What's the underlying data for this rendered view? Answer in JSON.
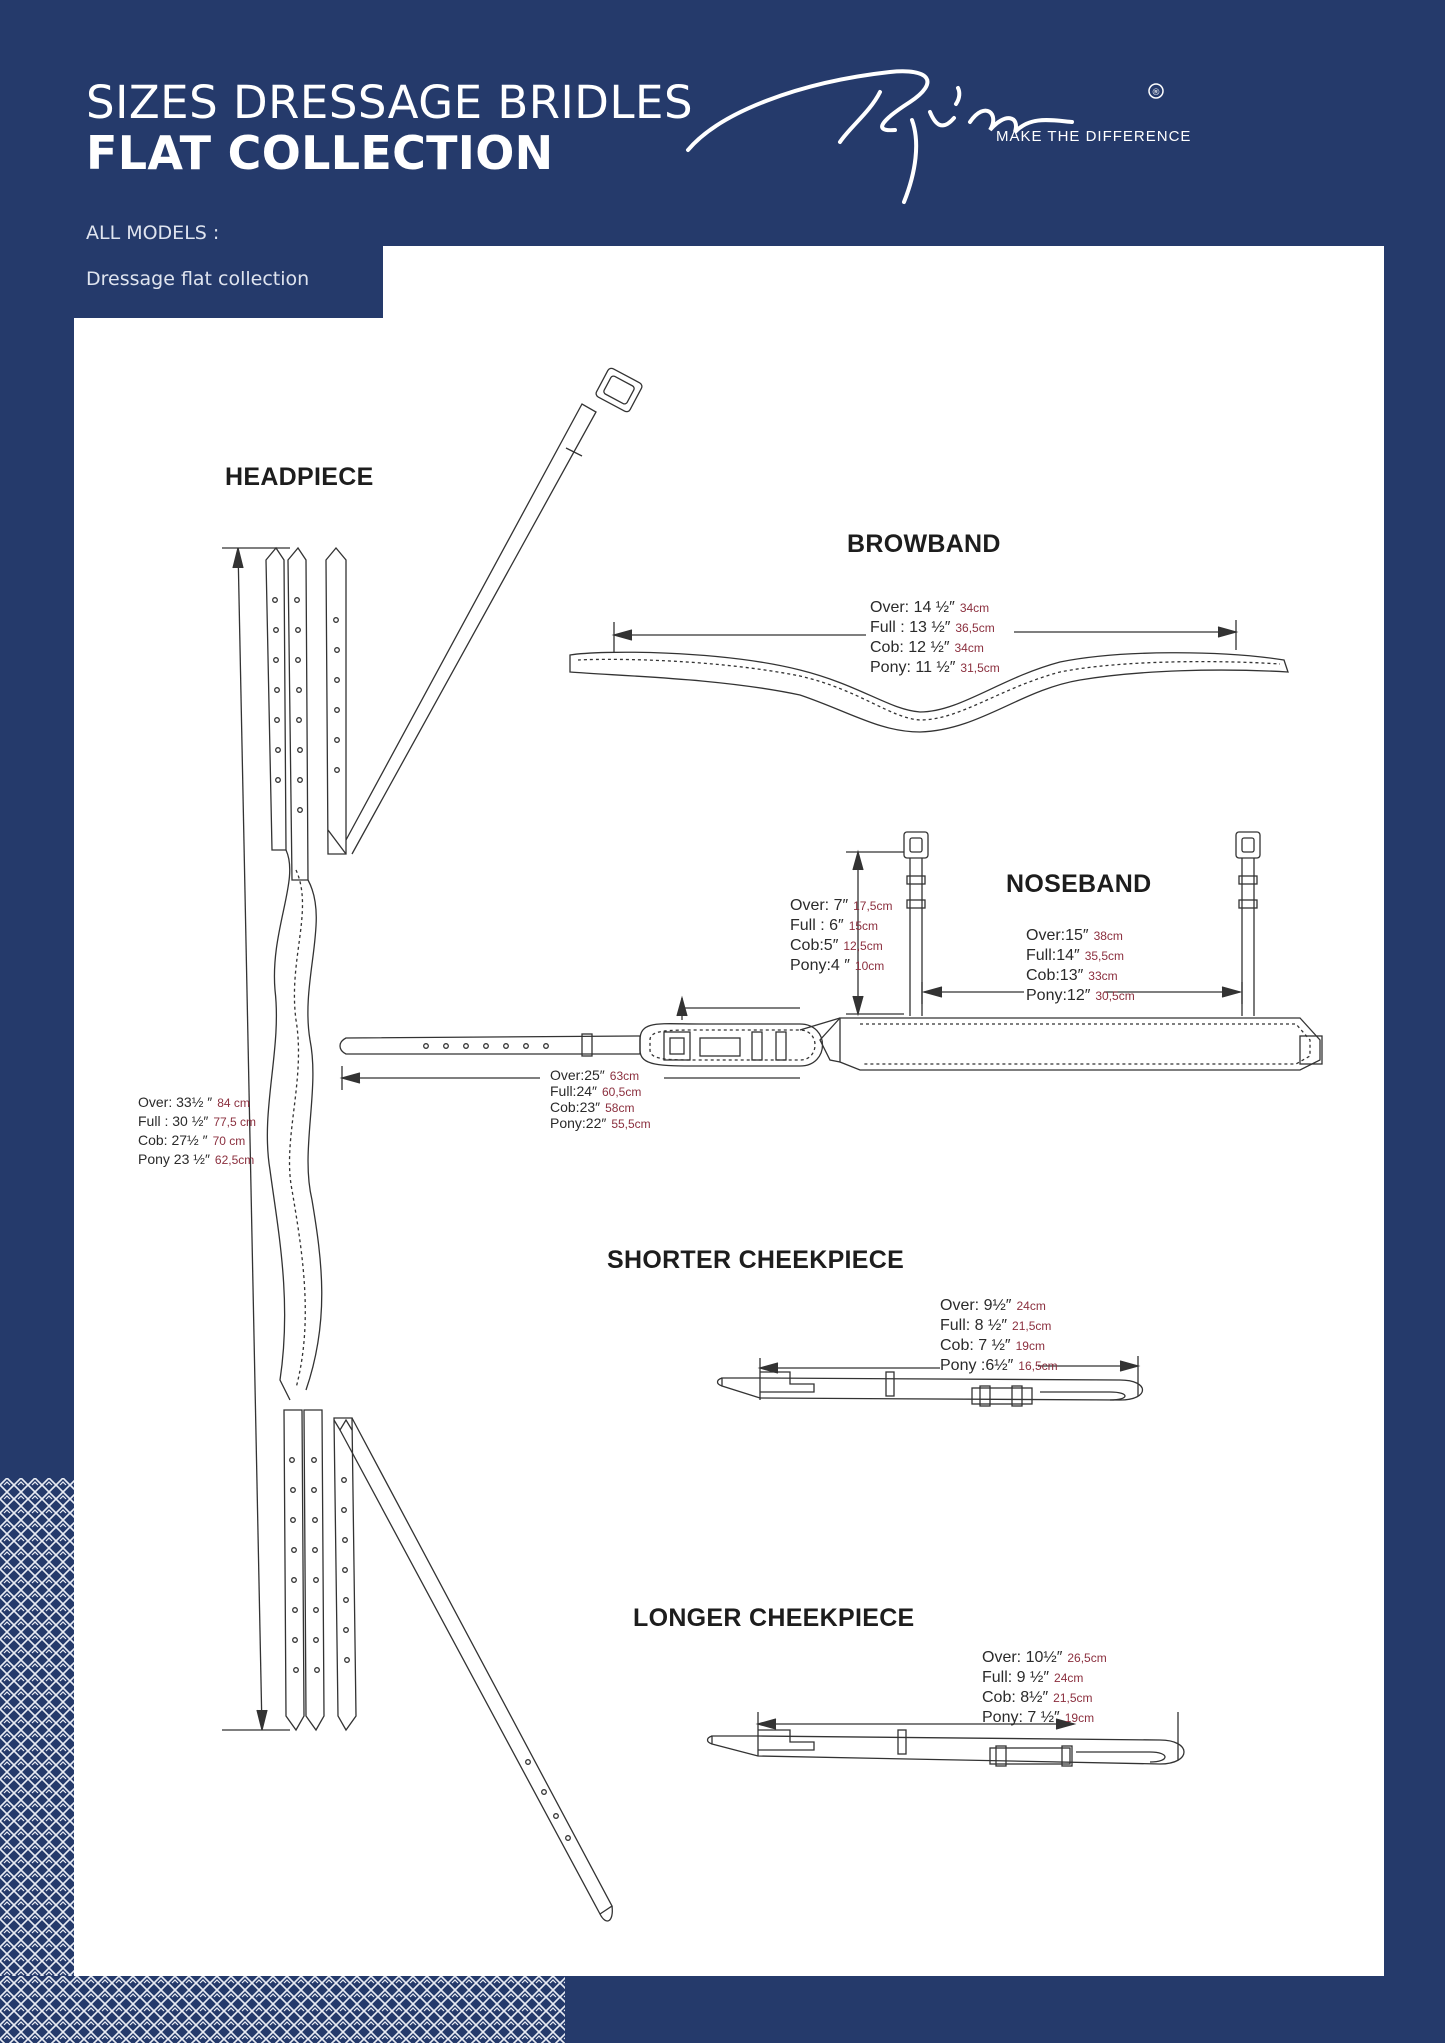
{
  "header": {
    "title_line1": "SIZES DRESSAGE BRIDLES",
    "title_line2": "FLAT COLLECTION",
    "models_label": "ALL MODELS :",
    "models_value": "Dressage flat collection"
  },
  "brand": {
    "tagline": "MAKE THE DIFFERENCE",
    "registered": "®"
  },
  "colors": {
    "navy": "#253a6b",
    "cm_red": "#8b2f3e"
  },
  "sections": {
    "headpiece": {
      "label": "HEADPIECE",
      "sizes": [
        {
          "name": "Over: 33½ ″",
          "cm": "84 cm"
        },
        {
          "name": "Full : 30 ½″",
          "cm": "77,5 cm"
        },
        {
          "name": "Cob: 27½ ″",
          "cm": "70 cm"
        },
        {
          "name": "Pony 23 ½″",
          "cm": "62,5cm"
        }
      ]
    },
    "browband": {
      "label": "BROWBAND",
      "sizes": [
        {
          "name": "Over: 14 ½″",
          "cm": "34cm"
        },
        {
          "name": "Full : 13 ½″",
          "cm": "36,5cm"
        },
        {
          "name": "Cob: 12 ½″",
          "cm": "34cm"
        },
        {
          "name": "Pony: 11 ½″",
          "cm": "31,5cm"
        }
      ]
    },
    "noseband": {
      "label": "NOSEBAND",
      "height_sizes": [
        {
          "name": "Over: 7″",
          "cm": "17,5cm"
        },
        {
          "name": "Full : 6″",
          "cm": "15cm"
        },
        {
          "name": "Cob:5″",
          "cm": "12,5cm"
        },
        {
          "name": "Pony:4 ″",
          "cm": "10cm"
        }
      ],
      "width_sizes": [
        {
          "name": "Over:15″",
          "cm": "38cm"
        },
        {
          "name": "Full:14″",
          "cm": "35,5cm"
        },
        {
          "name": "Cob:13″",
          "cm": "33cm"
        },
        {
          "name": "Pony:12″",
          "cm": "30,5cm"
        }
      ],
      "strap_sizes": [
        {
          "name": "Over:25″",
          "cm": "63cm"
        },
        {
          "name": "Full:24″",
          "cm": "60,5cm"
        },
        {
          "name": "Cob:23″",
          "cm": "58cm"
        },
        {
          "name": "Pony:22″",
          "cm": "55,5cm"
        }
      ]
    },
    "shorter_cheekpiece": {
      "label": "SHORTER CHEEKPIECE",
      "sizes": [
        {
          "name": "Over: 9½″",
          "cm": "24cm"
        },
        {
          "name": "Full: 8 ½″",
          "cm": "21,5cm"
        },
        {
          "name": "Cob: 7 ½″",
          "cm": "19cm"
        },
        {
          "name": "Pony :6½″",
          "cm": "16,5cm"
        }
      ]
    },
    "longer_cheekpiece": {
      "label": "LONGER CHEEKPIECE",
      "sizes": [
        {
          "name": "Over: 10½″",
          "cm": "26,5cm"
        },
        {
          "name": "Full: 9 ½″",
          "cm": "24cm"
        },
        {
          "name": "Cob: 8½″",
          "cm": "21,5cm"
        },
        {
          "name": "Pony: 7 ½″",
          "cm": "19cm"
        }
      ]
    }
  }
}
